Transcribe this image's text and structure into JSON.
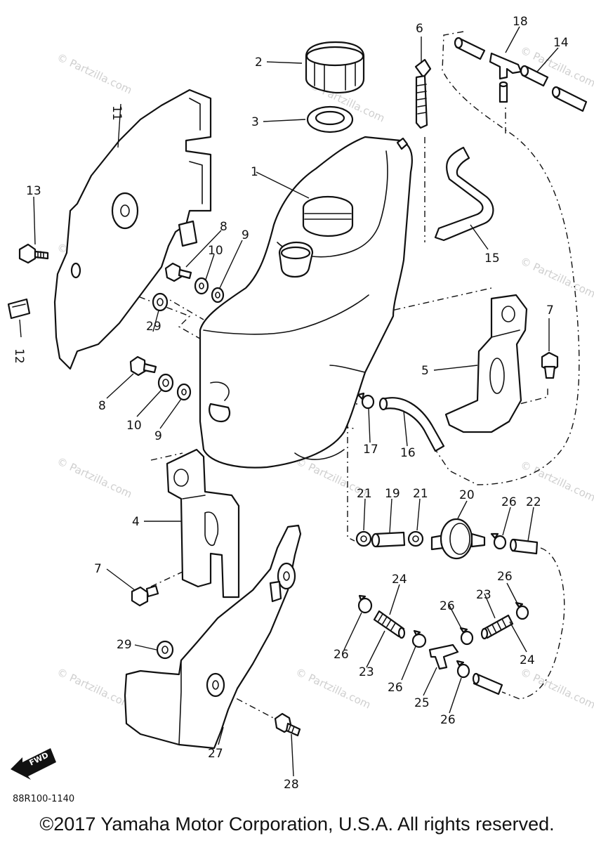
{
  "diagram": {
    "reference_code": "88R100-1140",
    "fwd_label": "FWD",
    "watermark": "© Partzilla.com",
    "callouts": {
      "c1": "1",
      "c2": "2",
      "c3": "3",
      "c4": "4",
      "c5": "5",
      "c6": "6",
      "c7a": "7",
      "c7b": "7",
      "c8a": "8",
      "c8b": "8",
      "c9a": "9",
      "c9b": "9",
      "c10a": "10",
      "c10b": "10",
      "c11": "11",
      "c12": "12",
      "c13": "13",
      "c14": "14",
      "c15": "15",
      "c16": "16",
      "c17": "17",
      "c18": "18",
      "c19": "19",
      "c20": "20",
      "c21a": "21",
      "c21b": "21",
      "c22": "22",
      "c23a": "23",
      "c23b": "23",
      "c24a": "24",
      "c24b": "24",
      "c25": "25",
      "c26a": "26",
      "c26b": "26",
      "c26c": "26",
      "c26d": "26",
      "c26e": "26",
      "c26f": "26",
      "c27": "27",
      "c28": "28",
      "c29a": "29",
      "c29b": "29"
    }
  },
  "footer": {
    "copyright": "©2017 Yamaha Motor Corporation, U.S.A. All rights reserved."
  }
}
